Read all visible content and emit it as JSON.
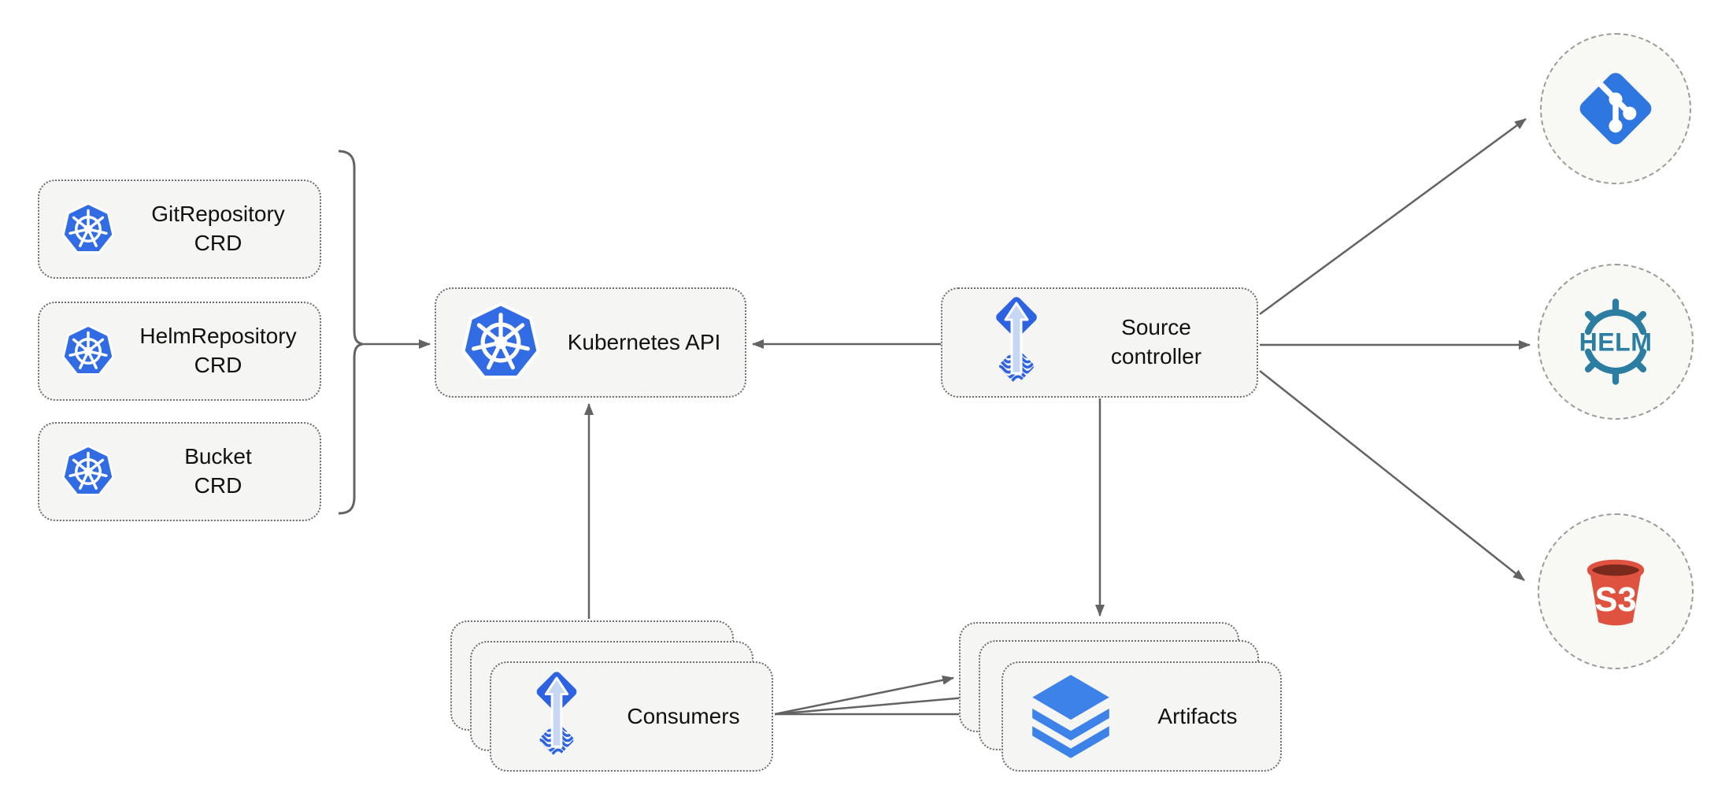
{
  "nodes": {
    "crds": [
      {
        "name": "GitRepository",
        "type": "CRD"
      },
      {
        "name": "HelmRepository",
        "type": "CRD"
      },
      {
        "name": "Bucket",
        "type": "CRD"
      }
    ],
    "kubernetes_api": {
      "label": "Kubernetes API"
    },
    "source_controller": {
      "label_line1": "Source",
      "label_line2": "controller"
    },
    "consumers": {
      "label": "Consumers"
    },
    "artifacts": {
      "label": "Artifacts"
    },
    "externals": {
      "git": {
        "icon": "git-icon"
      },
      "helm": {
        "icon": "helm-icon",
        "logo_text": "HELM"
      },
      "s3": {
        "icon": "s3-icon",
        "logo_text": "S3"
      }
    }
  },
  "edges": [
    {
      "from": "crd-group-bracket",
      "to": "kubernetes-api"
    },
    {
      "from": "source-controller",
      "to": "kubernetes-api"
    },
    {
      "from": "consumers",
      "to": "kubernetes-api"
    },
    {
      "from": "source-controller",
      "to": "artifacts"
    },
    {
      "from": "source-controller",
      "to": "git-source"
    },
    {
      "from": "source-controller",
      "to": "helm-source"
    },
    {
      "from": "source-controller",
      "to": "s3-source"
    },
    {
      "from": "consumers",
      "to": "artifacts",
      "count": 3
    }
  ],
  "colors": {
    "c-k8s": "#326CE5",
    "c-flux": "#2D63E2",
    "c-flux-arrow": "#C5D7F3",
    "c-git": "#2F77E0",
    "c-helm": "#2B7EA1",
    "c-s3": "#DF5240",
    "c-s3-dark": "#7A2A1D",
    "c-layers": "#3D82E8",
    "c-line": "#636363",
    "c-box-fill": "#F5F5F4",
    "c-box-border": "#6E6E6E",
    "c-circle-fill": "#F8F8F5",
    "c-circle-border": "#9C9C9C"
  }
}
